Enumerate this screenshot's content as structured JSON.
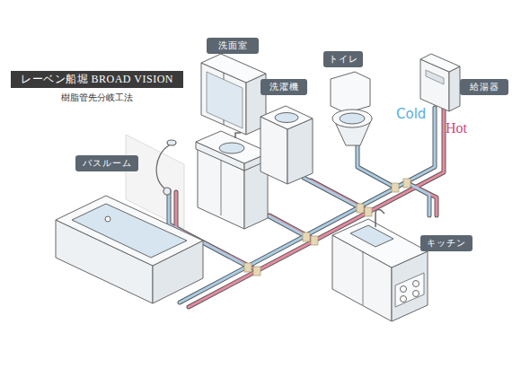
{
  "diagram": {
    "title": "レーベン船堀 BROAD VISION",
    "caption": "樹脂管先分岐工法",
    "nodes": [
      {
        "text": [
          "洗面室"
        ]
      },
      {
        "text": [
          "トイレ"
        ]
      },
      {
        "text": [
          "洗濯機"
        ]
      },
      {
        "text": [
          "給湯器"
        ]
      },
      {
        "text": [
          "バスルーム"
        ]
      },
      {
        "text": [
          "キッチン"
        ]
      }
    ],
    "labels": [
      "Cold",
      "Hot"
    ]
  }
}
